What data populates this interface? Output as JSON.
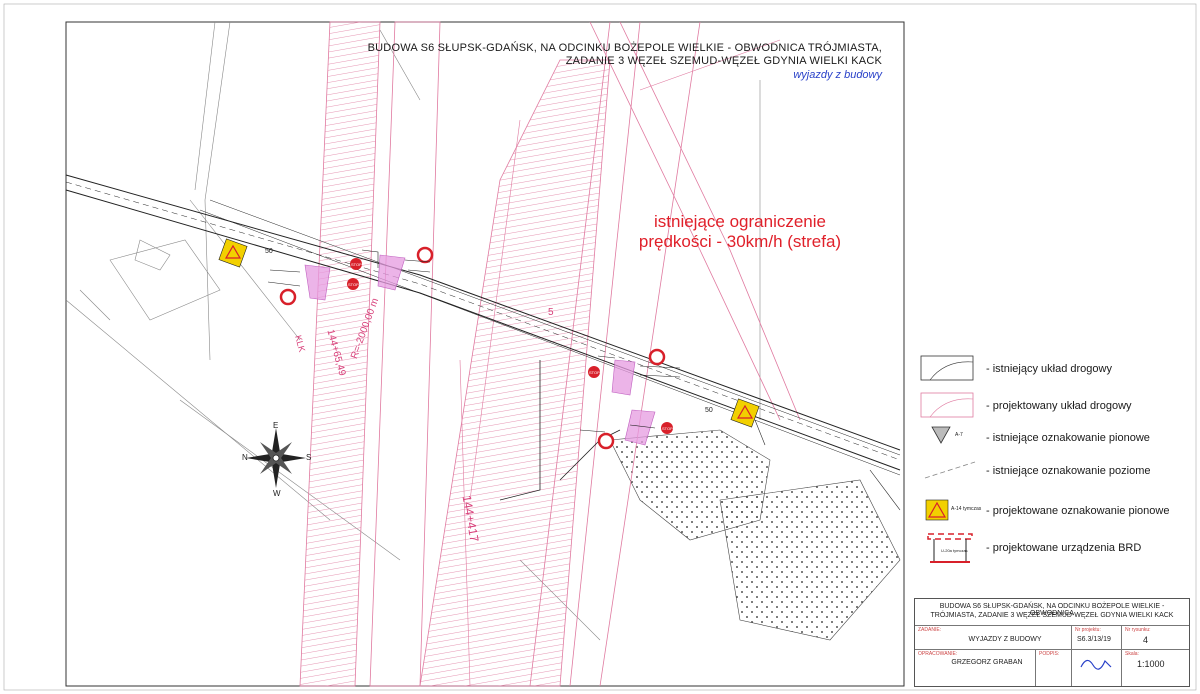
{
  "header": {
    "title_line1": "BUDOWA S6 SŁUPSK-GDAŃSK, NA ODCINKU BOŻEPOLE WIELKIE - OBWODNICA  TRÓJMIASTA,",
    "title_line2": "ZADANIE 3 WĘZEŁ SZEMUD-WĘZEŁ GDYNIA WIELKI KACK",
    "subtitle": "wyjazdy z budowy"
  },
  "map": {
    "speed_note_line1": "istniejące ograniczenie",
    "speed_note_line2": "prędkości - 30km/h (strefa)",
    "chainage_1": "144+417",
    "chainage_2": "144+65,49",
    "chainage_3": "KLK",
    "radius": "R=-2000,00 m",
    "road_number": "5",
    "speed_limit_value": "50",
    "stop_text": "STOP",
    "compass_n": "N",
    "compass_s": "S",
    "compass_e": "E",
    "compass_w": "W"
  },
  "legend": {
    "items": [
      {
        "label": "- istniejący układ drogowy"
      },
      {
        "label": "- projektowany układ drogowy"
      },
      {
        "label": "- istniejące oznakowanie pionowe",
        "sign_code": "A-7"
      },
      {
        "label": "- istniejące oznakowanie poziome"
      },
      {
        "label": "- projektowane oznakowanie pionowe",
        "sign_code": "A-14 tymczas"
      },
      {
        "label": "- projektowane urządzenia BRD",
        "sign_code": "U-20a tymczas"
      }
    ]
  },
  "title_block": {
    "project": "BUDOWA S6 SŁUPSK-GDAŃSK, NA ODCINKU BOŻEPOLE WIELKIE - OBWODNICA TRÓJMIASTA, ZADANIE 3 WĘZEŁ SZEMUD-WĘZEŁ GDYNIA WIELKI KACK",
    "project_line1": "BUDOWA S6 SŁUPSK-GDAŃSK, NA ODCINKU BOŻEPOLE WIELKIE - OBWODNICA",
    "project_line2": "TRÓJMIASTA, ZADANIE 3 WĘZEŁ SZEMUD-WĘZEŁ GDYNIA WIELKI KACK",
    "task_label": "ZADANIE:",
    "task_value": "WYJAZDY Z BUDOWY",
    "project_no_label": "Nr projektu:",
    "project_no_value": "S6.3/13/19",
    "drawing_no_label": "Nr rysunku:",
    "drawing_no_value": "4",
    "author_label": "OPRACOWANIE:",
    "author_value": "GRZEGORZ GRABAN",
    "signature_label": "PODPIS:",
    "scale_label": "Skala:",
    "scale_value": "1:1000"
  },
  "colors": {
    "road_black": "#222222",
    "design_pink": "#e07aa0",
    "design_fill": "#e59be0",
    "sign_red": "#d8202a",
    "sign_yellow": "#f2d000",
    "title_blue": "#2840c8"
  }
}
